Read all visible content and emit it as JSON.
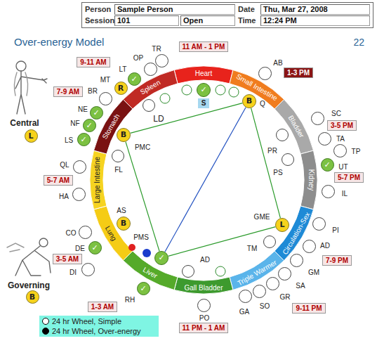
{
  "diagram": {
    "title": "Over-energy Model",
    "nodes": [
      {
        "text": [
          "Heart"
        ]
      },
      {
        "text": [
          "Small Intestine"
        ]
      },
      {
        "text": [
          "Bladder"
        ]
      },
      {
        "text": [
          "Kidney"
        ]
      },
      {
        "text": [
          "Circulation-Sex"
        ]
      },
      {
        "text": [
          "Triple Warmer"
        ]
      },
      {
        "text": [
          "Gall Bladder"
        ]
      },
      {
        "text": [
          "Liver"
        ]
      },
      {
        "text": [
          "Lung"
        ]
      },
      {
        "text": [
          "Large Intestine"
        ]
      },
      {
        "text": [
          "Stomach"
        ]
      },
      {
        "text": [
          "Spleen"
        ]
      },
      {
        "text": [
          "11 AM - 1 PM"
        ]
      },
      {
        "text": [
          "1-3 PM"
        ]
      },
      {
        "text": [
          "3-5 PM"
        ]
      },
      {
        "text": [
          "5-7 PM"
        ]
      },
      {
        "text": [
          "7-9 PM"
        ]
      },
      {
        "text": [
          "9-11 PM"
        ]
      },
      {
        "text": [
          "11 PM - 1 AM"
        ]
      },
      {
        "text": [
          "1-3 AM"
        ]
      },
      {
        "text": [
          "3-5 AM"
        ]
      },
      {
        "text": [
          "5-7 AM"
        ]
      },
      {
        "text": [
          "7-9 AM"
        ]
      },
      {
        "text": [
          "9-11 AM"
        ]
      },
      {
        "text": [
          "TR"
        ]
      },
      {
        "text": [
          "AB"
        ]
      },
      {
        "text": [
          "SC"
        ]
      },
      {
        "text": [
          "TA"
        ]
      },
      {
        "text": [
          "TP"
        ]
      },
      {
        "text": [
          "UT",
          "✓"
        ]
      },
      {
        "text": [
          "IL"
        ]
      },
      {
        "text": [
          "PI"
        ]
      },
      {
        "text": [
          "AD"
        ]
      },
      {
        "text": [
          "GM"
        ]
      },
      {
        "text": [
          "SA"
        ]
      },
      {
        "text": [
          "GR"
        ]
      },
      {
        "text": [
          "SO"
        ]
      },
      {
        "text": [
          "GA"
        ]
      },
      {
        "text": [
          "PO"
        ]
      },
      {
        "text": [
          "RH",
          "✓"
        ]
      },
      {
        "text": [
          "DI"
        ]
      },
      {
        "text": [
          "DE",
          "✓"
        ]
      },
      {
        "text": [
          "CO"
        ]
      },
      {
        "text": [
          "HA"
        ]
      },
      {
        "text": [
          "QL"
        ]
      },
      {
        "text": [
          "LS",
          "✓"
        ]
      },
      {
        "text": [
          "NF",
          "✓"
        ]
      },
      {
        "text": [
          "NE",
          "✓"
        ]
      },
      {
        "text": [
          "BR"
        ]
      },
      {
        "text": [
          "MT",
          "R"
        ]
      },
      {
        "text": [
          "LT",
          "✓"
        ]
      },
      {
        "text": [
          "OP"
        ]
      },
      {
        "text": [
          "✓"
        ]
      },
      {
        "text": [
          "S"
        ]
      },
      {
        "text": [
          "Q",
          "B"
        ]
      },
      {
        "text": [
          "PR"
        ]
      },
      {
        "text": [
          "PS"
        ]
      },
      {
        "text": [
          "GME",
          "L"
        ]
      },
      {
        "text": [
          "TM"
        ]
      },
      {
        "text": [
          "AD"
        ]
      },
      {
        "text": [
          "PMS",
          "✓"
        ]
      },
      {
        "text": [
          "AS",
          "B"
        ]
      },
      {
        "text": [
          "FL"
        ]
      },
      {
        "text": [
          "PMC",
          "B"
        ]
      },
      {
        "text": [
          "LD"
        ]
      },
      {
        "text": [
          "Central",
          "L"
        ]
      },
      {
        "text": [
          "Governing",
          "B"
        ]
      }
    ],
    "edges": [
      {
        "from": 63,
        "to": 54,
        "arrow": "none"
      },
      {
        "from": 54,
        "to": 57,
        "arrow": "none"
      },
      {
        "from": 57,
        "to": 60,
        "arrow": "none"
      },
      {
        "from": 60,
        "to": 63,
        "arrow": "none"
      },
      {
        "from": 54,
        "to": 60,
        "arrow": "none"
      }
    ],
    "labels": [
      "Person",
      "Sample Person",
      "Date",
      "Thu, Mar 27, 2008",
      "Session",
      "101",
      "Open",
      "Time",
      "12:24 PM",
      "22"
    ],
    "legend": [
      {
        "text": "24 hr Wheel, Simple"
      },
      {
        "text": "24 hr Wheel, Over-energy"
      }
    ]
  }
}
